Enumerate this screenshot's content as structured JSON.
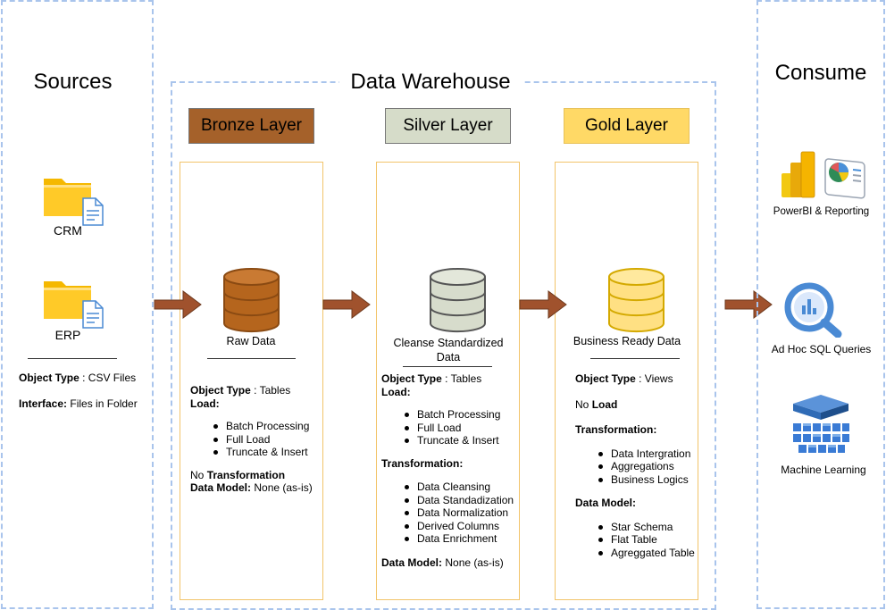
{
  "sources": {
    "title": "Sources",
    "items": [
      {
        "label": "CRM",
        "icon": "folder-document-icon"
      },
      {
        "label": "ERP",
        "icon": "folder-document-icon"
      }
    ],
    "object_type_label": "Object Type",
    "object_type_value": " : CSV Files",
    "interface_label": "Interface:",
    "interface_value": " Files in Folder"
  },
  "warehouse": {
    "title": "Data Warehouse",
    "bronze": {
      "header": "Bronze Layer",
      "color": "#a5612a",
      "db_color": "#b5651d",
      "db_label": "Raw Data",
      "object_type_label": "Object Type",
      "object_type_value": " : Tables",
      "load_label": "Load:",
      "load_items": [
        "Batch Processing",
        "Full Load",
        "Truncate & Insert"
      ],
      "no_prefix": "No ",
      "transformation_label": "Transformation",
      "data_model_label": "Data Model:",
      "data_model_value": " None (as-is)"
    },
    "silver": {
      "header": "Silver Layer",
      "color": "#d6dcc9",
      "db_color": "#d7dccc",
      "db_label": "Cleanse Standardized Data",
      "object_type_label": "Object Type",
      "object_type_value": " : Tables",
      "load_label": "Load:",
      "load_items": [
        "Batch Processing",
        "Full Load",
        "Truncate & Insert"
      ],
      "transformation_label": "Transformation:",
      "transformation_items": [
        "Data Cleansing",
        "Data Standadization",
        "Data Normalization",
        "Derived Columns",
        "Data Enrichment"
      ],
      "data_model_label": "Data Model:",
      "data_model_value": " None (as-is)"
    },
    "gold": {
      "header": "Gold Layer",
      "color": "#ffd966",
      "db_color": "#ffe083",
      "db_label": "Business Ready Data",
      "object_type_label": "Object Type",
      "object_type_value": " : Views",
      "no_prefix": "No ",
      "load_label": "Load",
      "transformation_label": "Transformation:",
      "transformation_items": [
        "Data Intergration",
        "Aggregations",
        "Business Logics"
      ],
      "data_model_label": "Data Model:",
      "data_model_items": [
        "Star Schema",
        "Flat Table",
        "Agreggated Table"
      ]
    }
  },
  "consume": {
    "title": "Consume",
    "items": [
      {
        "label": "PowerBI & Reporting",
        "icon": "powerbi-icon"
      },
      {
        "label": "Ad Hoc SQL Queries",
        "icon": "bigquery-icon"
      },
      {
        "label": "Machine Learning",
        "icon": "machine-learning-icon"
      }
    ]
  },
  "colors": {
    "dashed_border": "#a9c4ec",
    "panel_border": "#f2c46a",
    "arrow": "#a0522d"
  }
}
